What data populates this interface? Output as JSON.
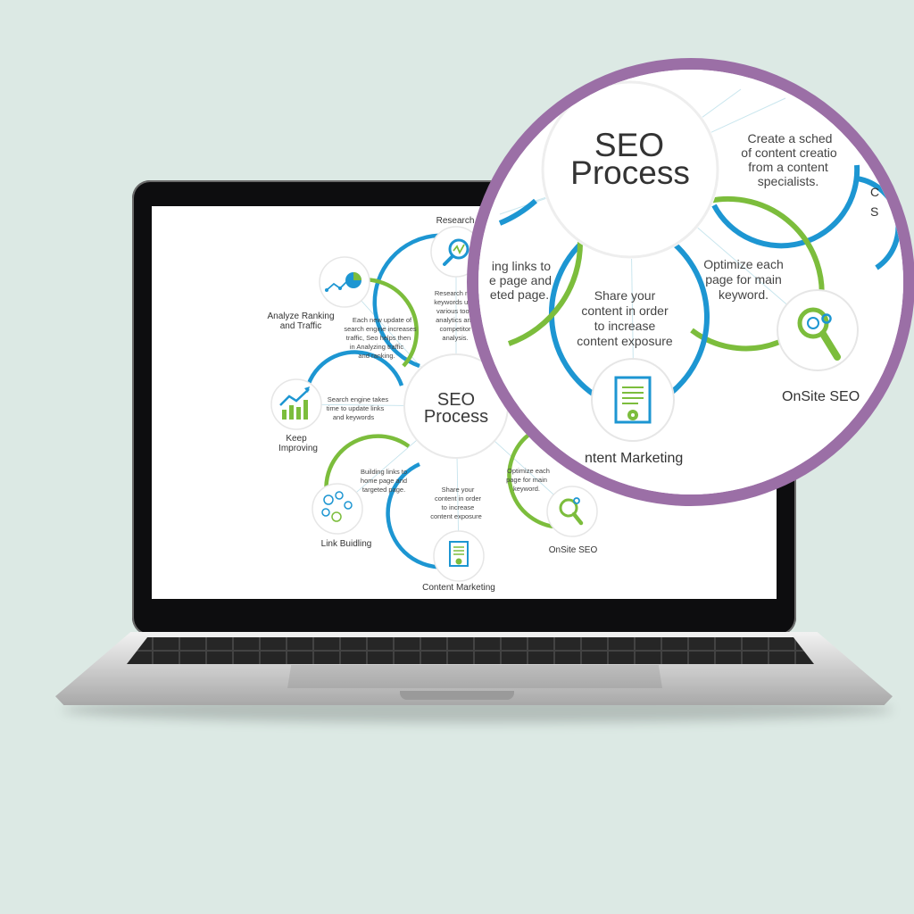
{
  "colors": {
    "background": "#dce9e4",
    "green": "#7cbd3c",
    "blue": "#1d96d2",
    "ring": "#9b6fa6",
    "text": "#3a3a3a"
  },
  "diagram": {
    "center_title_line1": "SEO",
    "center_title_line2": "Process",
    "steps": [
      {
        "label": "Research",
        "icon": "search-chart-icon",
        "desc": [
          "Research mai",
          "keywords usin",
          "various tools",
          "analytics and",
          "competitor",
          "analysis."
        ]
      },
      {
        "label": "OnSite SEO",
        "icon": "magnifier-gear-icon",
        "desc": [
          "Optimize each",
          "page for main",
          "keyword."
        ]
      },
      {
        "label": "Content Marketing",
        "icon": "document-gear-icon",
        "desc": [
          "Share your",
          "content in order",
          "to increase",
          "content exposure"
        ]
      },
      {
        "label": "Link Buidling",
        "icon": "network-hand-icon",
        "desc": [
          "Building links to",
          "home page and",
          "targeted page."
        ]
      },
      {
        "label_line1": "Keep",
        "label_line2": "Improving",
        "icon": "growth-bars-icon",
        "desc": [
          "Search engine takes",
          "time to update links",
          "and keywords"
        ]
      },
      {
        "label_line1": "Analyze Ranking",
        "label_line2": "and Traffic",
        "icon": "analytics-pie-icon",
        "desc": [
          "Each new update of",
          "search engine increases",
          "traffic, Seo helps then",
          "in Analyzing traffic",
          "and ranking."
        ]
      }
    ]
  },
  "zoom": {
    "center_title_line1": "SEO",
    "center_title_line2": "Process",
    "top_right_text": [
      "Create a sched",
      "of content creatio",
      "from a content",
      "specialists."
    ],
    "left_text": [
      "ing links to",
      "e page and",
      "eted page."
    ],
    "middle_text": [
      "Share your",
      "content in order",
      "to increase",
      "content exposure"
    ],
    "right_text": [
      "Optimize each",
      "page for main",
      "keyword."
    ],
    "label_onsite": "OnSite SEO",
    "label_content": "ntent Marketing",
    "edge_letter_1": "C",
    "edge_letter_2": "S"
  }
}
